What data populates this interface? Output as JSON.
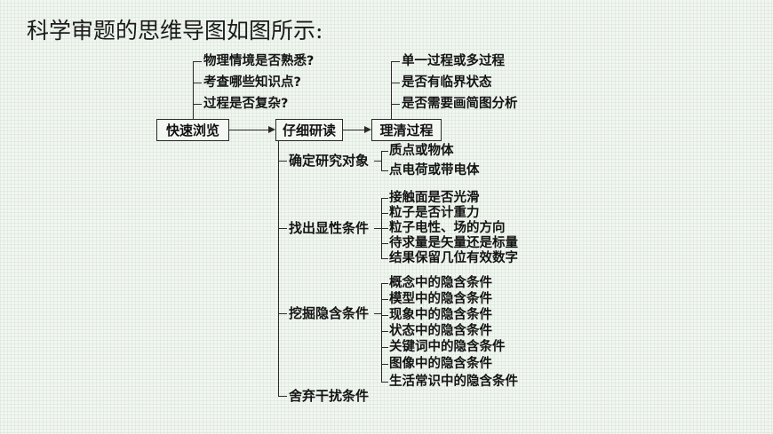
{
  "title": "科学审题的思维导图如图所示:",
  "boxes": {
    "scan": "快速浏览",
    "study": "仔细研读",
    "process": "理清过程"
  },
  "scan_items": [
    "物理情境是否熟悉?",
    "考查哪些知识点?",
    "过程是否复杂?"
  ],
  "process_items": [
    "单一过程或多过程",
    "是否有临界状态",
    "是否需要画简图分析"
  ],
  "branches": {
    "subject": "确定研究对象",
    "explicit": "找出显性条件",
    "hidden": "挖掘隐含条件",
    "discard": "舍弃干扰条件"
  },
  "subject_items": [
    "质点或物体",
    "点电荷或带电体"
  ],
  "explicit_items": [
    "接触面是否光滑",
    "粒子是否计重力",
    "粒子电性、场的方向",
    "待求量是矢量还是标量",
    "结果保留几位有效数字"
  ],
  "hidden_items": [
    "概念中的隐含条件",
    "模型中的隐含条件",
    "现象中的隐含条件",
    "状态中的隐含条件",
    "关键词中的隐含条件",
    "图像中的隐含条件",
    "生活常识中的隐含条件"
  ],
  "colors": {
    "background": "#f2f6f1",
    "line": "#2a2a2a",
    "text": "#141414",
    "title_text": "#1b1b1b"
  }
}
